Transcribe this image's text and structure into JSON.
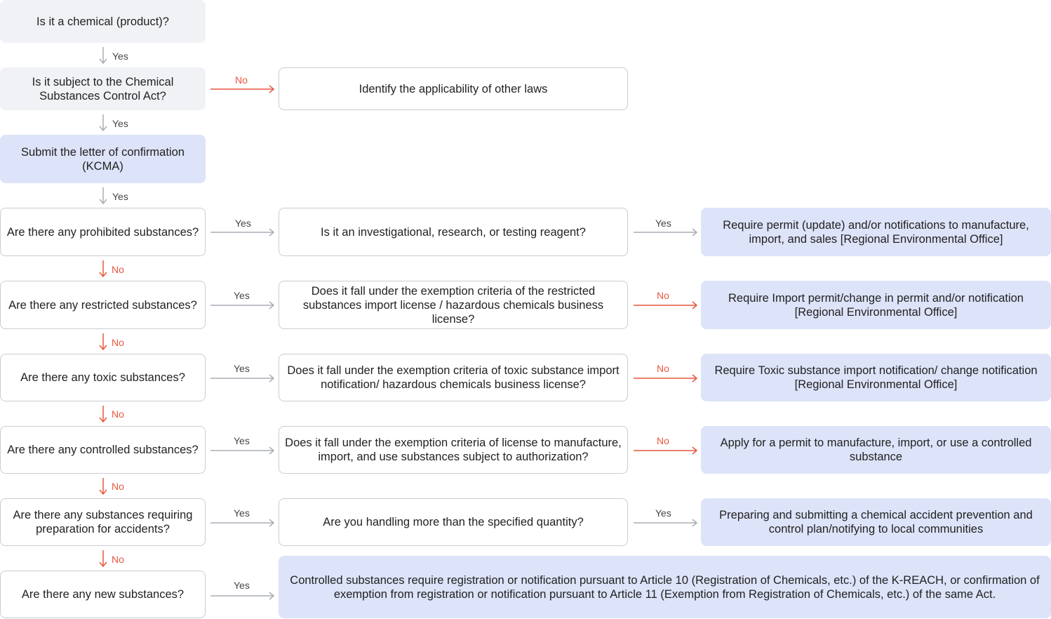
{
  "flowchart": {
    "q1": "Is it a chemical (product)?",
    "q2": "Is it subject to the Chemical Substances Control Act?",
    "other_laws": "Identify the applicability of other laws",
    "submit_letter": "Submit the letter of confirmation (KCMA)",
    "rows": [
      {
        "question": "Are there any prohibited substances?",
        "check": "Is it an investigational, research, or testing reagent?",
        "right_label": "Yes",
        "result": "Require permit (update) and/or notifications to manufacture, import, and sales [Regional Environmental Office]"
      },
      {
        "question": "Are there any restricted substances?",
        "check": "Does it fall under the exemption criteria of the restricted substances import license / hazardous chemicals business license?",
        "right_label": "No",
        "result": "Require Import permit/change in permit and/or notification [Regional Environmental Office]"
      },
      {
        "question": "Are there any toxic substances?",
        "check": "Does it fall under the exemption criteria of toxic substance import notification/ hazardous chemicals business license?",
        "right_label": "No",
        "result": "Require Toxic substance import notification/ change notification [Regional Environmental Office]"
      },
      {
        "question": "Are there any controlled substances?",
        "check": "Does it fall under the exemption criteria of license to manufacture, import, and use substances subject to authorization?",
        "right_label": "No",
        "result": "Apply for a permit to manufacture, import, or use a controlled substance"
      },
      {
        "question": "Are there any substances requiring preparation for accidents?",
        "check": "Are you handling more than the specified quantity?",
        "right_label": "Yes",
        "result": "Preparing and submitting a chemical accident prevention and control plan/notifying to local communities"
      },
      {
        "question": "Are there any new substances?",
        "result": "Controlled substances require registration or notification pursuant to Article 10 (Registration of Chemicals, etc.) of the K-REACH, or confirmation of exemption from registration or notification pursuant to Article 11 (Exemption from Registration of Chemicals, etc.) of the same Act."
      }
    ],
    "labels": {
      "yes": "Yes",
      "no": "No"
    },
    "colors": {
      "yes_arrow": "#a9adb5",
      "no_arrow": "#e8573f",
      "start_box": "#f1f2f6",
      "result_box": "#dde3f8",
      "border": "#c9ccd2"
    }
  }
}
